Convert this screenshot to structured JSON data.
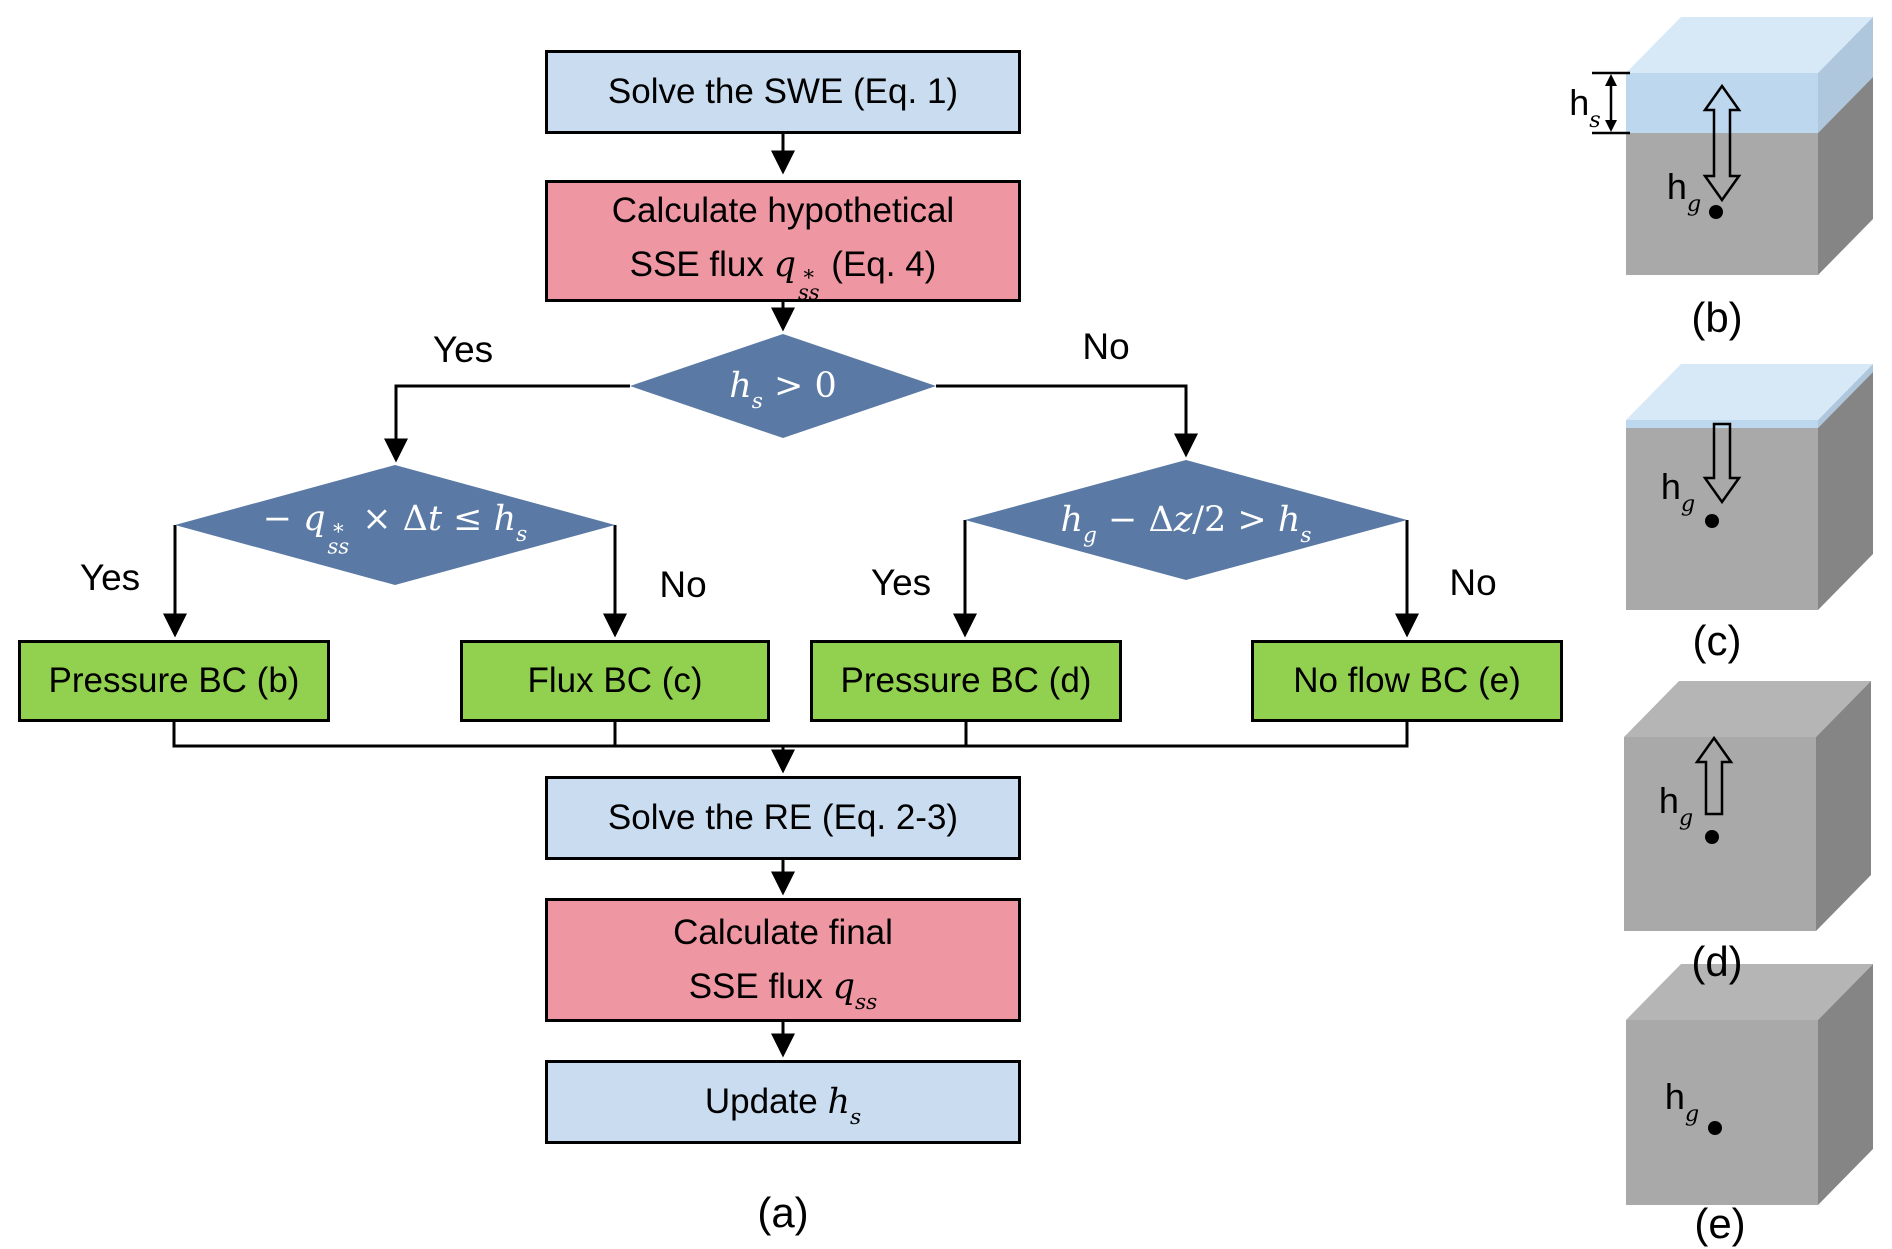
{
  "colors": {
    "stroke": "#000000",
    "diamond": "#5A79A4",
    "box-blue": "#C9DCF0",
    "box-pink": "#EE96A2",
    "box-green": "#92D050",
    "cube-front": "#A9A9A9",
    "cube-side": "#858585",
    "cube-top": "#B5B5B5",
    "water-front": "#BCD7EE",
    "water-top": "#D7E8F7",
    "water-side": "#AFC7DD",
    "diamond-text": "#FFFFFF"
  },
  "flowchart": {
    "panel_label": "(a)",
    "solve_swe": "Solve the SWE (Eq. 1)",
    "calc_hyp_line1": "Calculate hypothetical",
    "calc_hyp_line2": [
      {
        "t": "SSE flux "
      },
      {
        "t": "q",
        "i": true,
        "sup": "∗",
        "sub": "ss"
      },
      {
        "t": " (Eq. 4)"
      }
    ],
    "decision_hs": [
      {
        "t": "h",
        "i": true,
        "sub": "s"
      },
      {
        "t": " > 0"
      }
    ],
    "decision_flux": [
      {
        "t": "− "
      },
      {
        "t": "q",
        "i": true,
        "sup": "∗",
        "sub": "ss"
      },
      {
        "t": " × Δ"
      },
      {
        "t": "t",
        "i": true
      },
      {
        "t": " ≤ "
      },
      {
        "t": "h",
        "i": true,
        "sub": "s"
      }
    ],
    "decision_hg": [
      {
        "t": "h",
        "i": true,
        "sub": "g"
      },
      {
        "t": " − Δ"
      },
      {
        "t": "z",
        "i": true
      },
      {
        "t": "/2 > "
      },
      {
        "t": "h",
        "i": true,
        "sub": "s"
      }
    ],
    "bc_b": "Pressure BC (b)",
    "bc_c": "Flux BC (c)",
    "bc_d": "Pressure BC (d)",
    "bc_e": "No flow BC (e)",
    "solve_re": "Solve the RE (Eq. 2-3)",
    "calc_final_line1": "Calculate final",
    "calc_final_line2": [
      {
        "t": "SSE flux "
      },
      {
        "t": "q",
        "i": true,
        "sub": "ss"
      }
    ],
    "update_hs": [
      {
        "t": "Update "
      },
      {
        "t": "h",
        "i": true,
        "sub": "s"
      }
    ],
    "labels": {
      "yes1": "Yes",
      "no1": "No",
      "yes2": "Yes",
      "no2": "No",
      "yes3": "Yes",
      "no3": "No"
    }
  },
  "cubes": {
    "b": {
      "label": "(b)",
      "hs": [
        {
          "t": "h",
          "sub": "s"
        }
      ],
      "hg": [
        {
          "t": "h",
          "sub": "g"
        }
      ]
    },
    "c": {
      "label": "(c)",
      "hg": [
        {
          "t": "h",
          "sub": "g"
        }
      ]
    },
    "d": {
      "label": "(d)",
      "hg": [
        {
          "t": "h",
          "sub": "g"
        }
      ]
    },
    "e": {
      "label": "(e)",
      "hg": [
        {
          "t": "h",
          "sub": "g"
        }
      ]
    }
  }
}
